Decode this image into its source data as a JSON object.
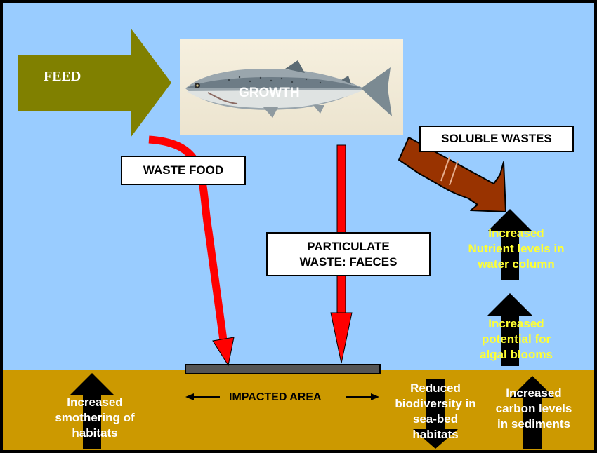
{
  "labels": {
    "feed": "FEED",
    "growth": "GROWTH",
    "waste_food": "WASTE FOOD",
    "soluble_wastes": "SOLUBLE WASTES",
    "particulate_line1": "PARTICULATE",
    "particulate_line2": "WASTE: FAECES",
    "impacted_area": "IMPACTED AREA"
  },
  "yellow_texts": {
    "nutrient": [
      "Increased",
      "Nutrient levels in",
      "water column"
    ],
    "algal": [
      "Increased",
      "potential for",
      "algal blooms"
    ]
  },
  "white_texts": {
    "smothering": [
      "Increased",
      "smothering of",
      "habitats"
    ],
    "biodiversity": [
      "Reduced",
      "biodiversity in",
      "sea-bed",
      "habitats"
    ],
    "carbon": [
      "Increased",
      "carbon levels",
      "in sediments"
    ]
  },
  "colors": {
    "water": "#99ccff",
    "seabed": "#cc9900",
    "feed_arrow": "#808000",
    "waste_arrow": "#ff0000",
    "soluble_arrow": "#993300",
    "impact_bar": "#555555",
    "yellow_text": "#ffff33"
  }
}
